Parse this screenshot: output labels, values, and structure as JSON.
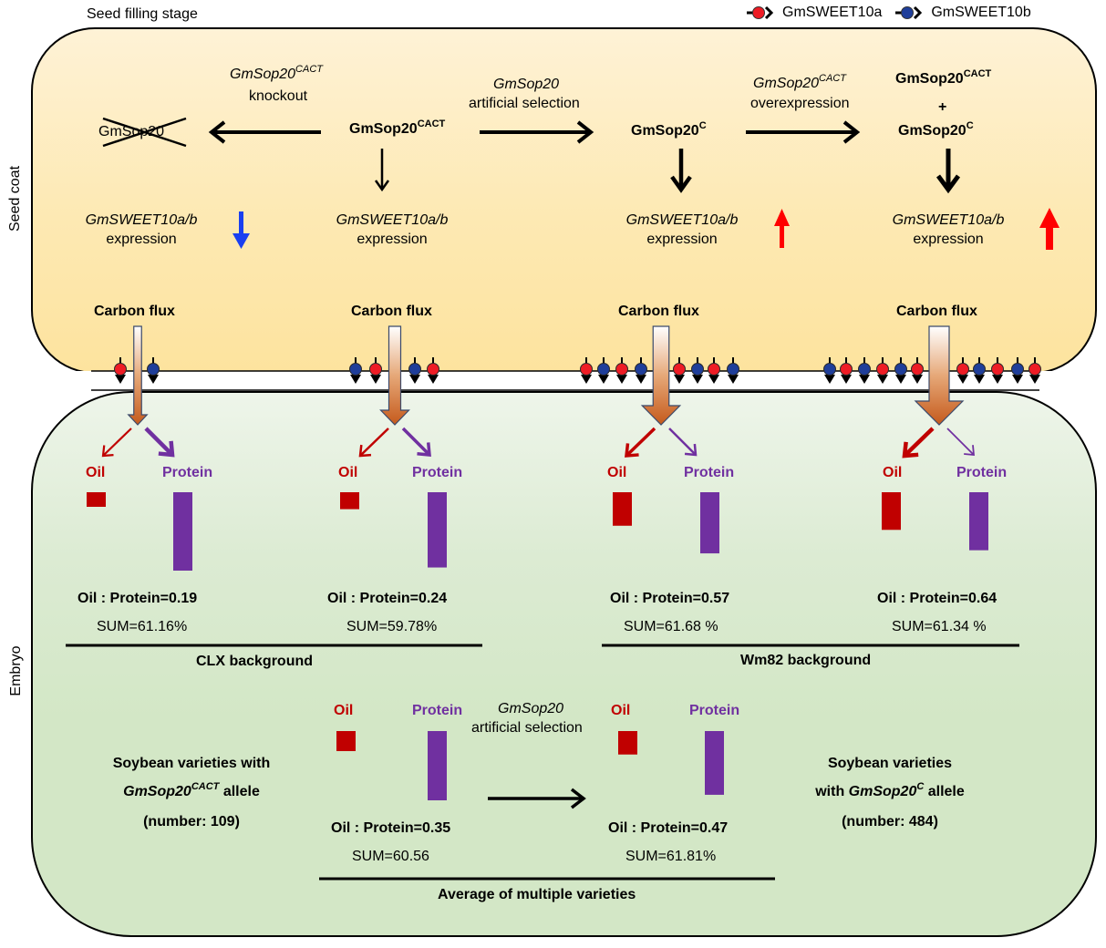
{
  "header": {
    "stage_title": "Seed filling stage",
    "legend": [
      {
        "icon": "transporter-red-icon",
        "label": "GmSWEET10a",
        "color": "#ee1c25"
      },
      {
        "icon": "transporter-blue-icon",
        "label": "GmSWEET10b",
        "color": "#1f3e9a"
      }
    ]
  },
  "side_labels": {
    "seed_coat": "Seed coat",
    "embryo": "Embryo"
  },
  "seed_coat": {
    "genotypes": {
      "knocked_out": "GmSop20",
      "cact_base": "GmSop20",
      "cact_sup": "CACT",
      "c_base": "GmSop20",
      "c_sup": "C",
      "combo_top_base": "GmSop20",
      "combo_top_sup": "CACT",
      "combo_plus": "+",
      "combo_bottom_base": "GmSop20",
      "combo_bottom_sup": "C"
    },
    "transitions": {
      "knockout_gene": "GmSop20",
      "knockout_sup": "CACT",
      "knockout_label": "knockout",
      "selection_gene": "GmSop20",
      "selection_label": "artificial selection",
      "overexp_gene": "GmSop20",
      "overexp_sup": "CACT",
      "overexp_label": "overexpression"
    },
    "expression": [
      {
        "gene": "GmSWEET10a/b",
        "label": "expression",
        "change": "down",
        "color": "#1a3ff0"
      },
      {
        "gene": "GmSWEET10a/b",
        "label": "expression",
        "change": "none"
      },
      {
        "gene": "GmSWEET10a/b",
        "label": "expression",
        "change": "up",
        "color": "#ff0000"
      },
      {
        "gene": "GmSWEET10a/b",
        "label": "expression",
        "change": "up-strong",
        "color": "#ff0000"
      }
    ],
    "carbon_flux_label": "Carbon flux",
    "membrane_transporters": [
      [
        "a",
        "b"
      ],
      [
        "b",
        "a",
        "b",
        "a"
      ],
      [
        "a",
        "b",
        "a",
        "b",
        "a",
        "b",
        "a",
        "b"
      ],
      [
        "b",
        "a",
        "b",
        "a",
        "b",
        "a",
        "a",
        "b",
        "a",
        "b",
        "a"
      ]
    ],
    "flux_strength": [
      1,
      2,
      3,
      4
    ]
  },
  "embryo": {
    "oil_label": "Oil",
    "protein_label": "Protein",
    "colors": {
      "oil": "#c00000",
      "protein": "#7030a0"
    },
    "cases": [
      {
        "oil_rel": 0.19,
        "protein_rel": 1.0,
        "ratio_label": "Oil : Protein=0.19",
        "sum_label": "SUM=61.16%"
      },
      {
        "oil_rel": 0.24,
        "protein_rel": 0.96,
        "ratio_label": "Oil : Protein=0.24",
        "sum_label": "SUM=59.78%"
      },
      {
        "oil_rel": 0.57,
        "protein_rel": 0.78,
        "ratio_label": "Oil : Protein=0.57",
        "sum_label": "SUM=61.68 %"
      },
      {
        "oil_rel": 0.64,
        "protein_rel": 0.74,
        "ratio_label": "Oil : Protein=0.64",
        "sum_label": "SUM=61.34 %"
      }
    ],
    "group_labels": {
      "clx": "CLX background",
      "wm82": "Wm82 background",
      "average": "Average of multiple varieties"
    },
    "varieties": {
      "cact": {
        "line1": "Soybean varieties with",
        "allele_gene": "GmSop20",
        "allele_sup": "CACT",
        "allele_suffix": " allele",
        "count": "(number:  109)"
      },
      "c": {
        "line1": "Soybean varieties",
        "allele_prefix": "with ",
        "allele_gene": "GmSop20",
        "allele_sup": "C",
        "allele_suffix": " allele",
        "count": "(number:  484)"
      }
    },
    "average_cases": [
      {
        "oil_rel": 0.35,
        "protein_rel": 1.0,
        "ratio_label": "Oil : Protein=0.35",
        "sum_label": "SUM=60.56"
      },
      {
        "oil_rel": 0.47,
        "protein_rel": 0.92,
        "ratio_label": "Oil : Protein=0.47",
        "sum_label": "SUM=61.81%"
      }
    ],
    "selection": {
      "gene": "GmSop20",
      "label": "artificial selection"
    }
  }
}
